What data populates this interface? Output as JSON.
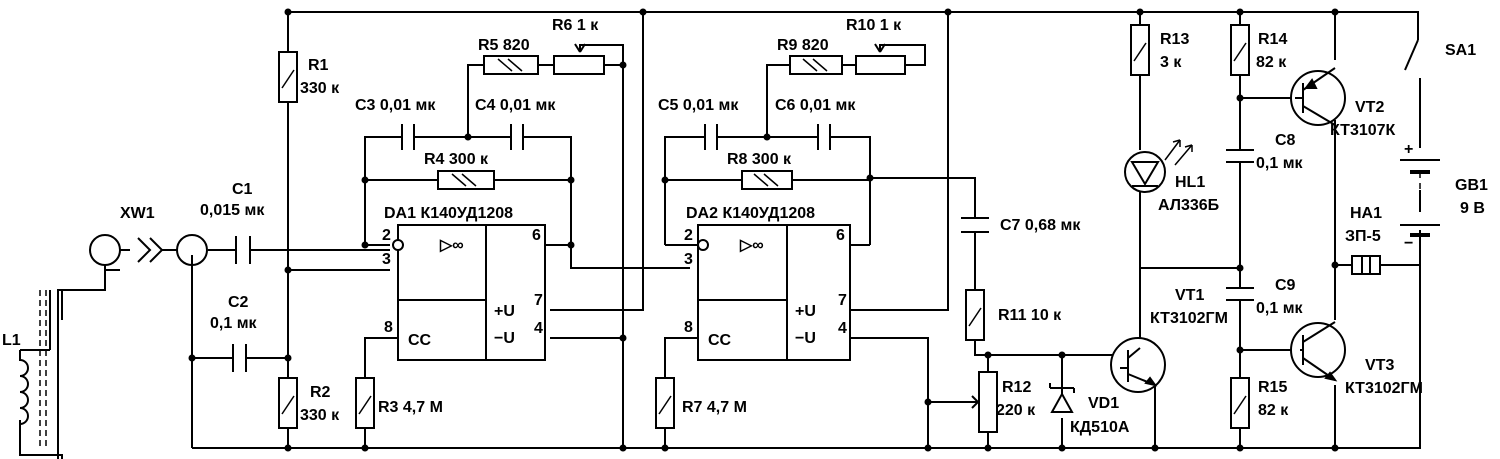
{
  "labels": {
    "R1": "R1",
    "R1v": "330 к",
    "R2": "R2",
    "R2v": "330 к",
    "R3": "R3 4,7 М",
    "R4": "R4 300 к",
    "R5": "R5 820",
    "R6": "R6 1 к",
    "R7": "R7 4,7 М",
    "R8": "R8 300 к",
    "R9": "R9 820",
    "R10": "R10 1 к",
    "R11": "R11 10 к",
    "R12": "R12",
    "R12v": "220 к",
    "R13": "R13",
    "R13v": "3 к",
    "R14": "R14",
    "R14v": "82 к",
    "R15": "R15",
    "R15v": "82 к",
    "C1": "C1",
    "C1v": "0,015 мк",
    "C2": "C2",
    "C2v": "0,1 мк",
    "C3": "C3 0,01 мк",
    "C4": "C4 0,01 мк",
    "C5": "C5 0,01 мк",
    "C6": "C6 0,01 мк",
    "C7": "C7 0,68 мк",
    "C8": "C8",
    "C8v": "0,1 мк",
    "C9": "C9",
    "C9v": "0,1 мк",
    "DA1": "DA1 К140УД1208",
    "DA2": "DA2 К140УД1208",
    "XW1": "XW1",
    "L1": "L1",
    "VD1": "VD1",
    "VD1v": "КД510А",
    "HL1": "HL1",
    "HL1v": "АЛ336Б",
    "VT1": "VT1",
    "VT1v": "КТ3102ГМ",
    "VT2": "VT2",
    "VT2v": "КТ3107К",
    "VT3": "VT3",
    "VT3v": "КТ3102ГМ",
    "GB1": "GB1",
    "GB1v": "9 В",
    "HA1": "HA1",
    "HA1v": "ЗП-5",
    "SA1": "SA1"
  },
  "opamp": {
    "sym": "▷∞",
    "cc": "CC",
    "plusU": "+U",
    "minusU": "−U",
    "pins": {
      "p2": "2",
      "p3": "3",
      "p6": "6",
      "p7": "7",
      "p4": "4",
      "p8": "8"
    }
  },
  "battery_marks": {
    "plus": "+",
    "minus": "−"
  }
}
